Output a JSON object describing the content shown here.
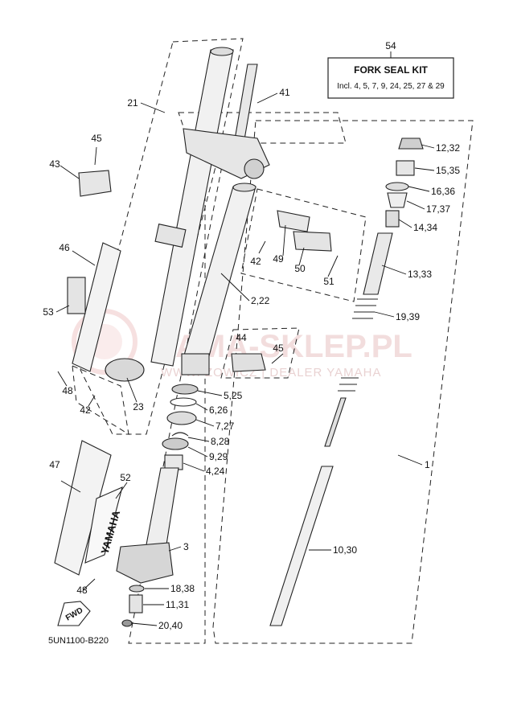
{
  "kit": {
    "number": "54",
    "title": "FORK SEAL KIT",
    "note": "Incl. 4, 5, 7, 9, 24, 25, 27 & 29"
  },
  "diagram_code": "5UN1100-B220",
  "watermark": {
    "main": "YAMA-SKLEP.PL",
    "sub": "WWW.  ZOWICZ | DEALER YAMAHA"
  },
  "stickers": {
    "brand": "YAMAHA",
    "direction": "FWD"
  },
  "callouts": [
    {
      "id": "c-54",
      "text": "54"
    },
    {
      "id": "c-21",
      "text": "21"
    },
    {
      "id": "c-41",
      "text": "41"
    },
    {
      "id": "c-45a",
      "text": "45"
    },
    {
      "id": "c-43",
      "text": "43"
    },
    {
      "id": "c-12-32",
      "text": "12,32"
    },
    {
      "id": "c-15-35",
      "text": "15,35"
    },
    {
      "id": "c-16-36",
      "text": "16,36"
    },
    {
      "id": "c-17-37",
      "text": "17,37"
    },
    {
      "id": "c-14-34",
      "text": "14,34"
    },
    {
      "id": "c-46",
      "text": "46"
    },
    {
      "id": "c-42a",
      "text": "42"
    },
    {
      "id": "c-49",
      "text": "49"
    },
    {
      "id": "c-50",
      "text": "50"
    },
    {
      "id": "c-51",
      "text": "51"
    },
    {
      "id": "c-13-33",
      "text": "13,33"
    },
    {
      "id": "c-53",
      "text": "53"
    },
    {
      "id": "c-2-22",
      "text": "2,22"
    },
    {
      "id": "c-19-39",
      "text": "19,39"
    },
    {
      "id": "c-44",
      "text": "44"
    },
    {
      "id": "c-45b",
      "text": "45"
    },
    {
      "id": "c-48a",
      "text": "48"
    },
    {
      "id": "c-5-25",
      "text": "5,25"
    },
    {
      "id": "c-42b",
      "text": "42"
    },
    {
      "id": "c-23",
      "text": "23"
    },
    {
      "id": "c-6-26",
      "text": "6,26"
    },
    {
      "id": "c-7-27",
      "text": "7,27"
    },
    {
      "id": "c-8-28",
      "text": "8,28"
    },
    {
      "id": "c-9-29",
      "text": "9,29"
    },
    {
      "id": "c-4-24",
      "text": "4,24"
    },
    {
      "id": "c-1",
      "text": "1"
    },
    {
      "id": "c-47",
      "text": "47"
    },
    {
      "id": "c-52",
      "text": "52"
    },
    {
      "id": "c-3",
      "text": "3"
    },
    {
      "id": "c-10-30",
      "text": "10,30"
    },
    {
      "id": "c-18-38",
      "text": "18,38"
    },
    {
      "id": "c-48b",
      "text": "48"
    },
    {
      "id": "c-11-31",
      "text": "11,31"
    },
    {
      "id": "c-20-40",
      "text": "20,40"
    }
  ]
}
